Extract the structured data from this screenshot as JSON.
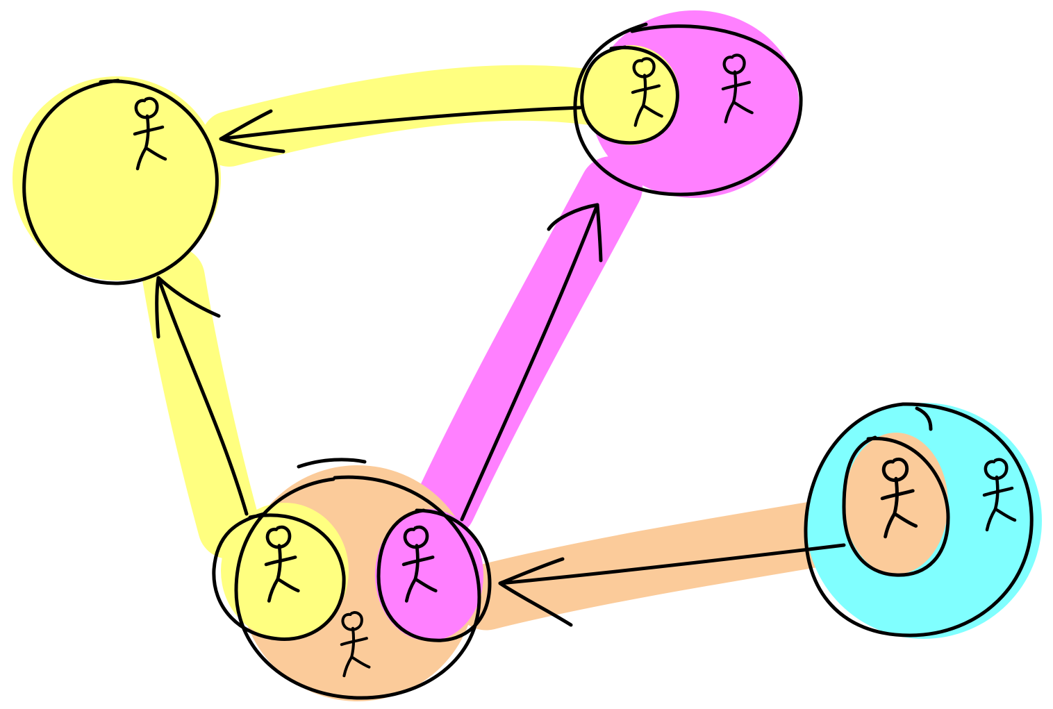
{
  "diagram": {
    "colors": {
      "yellow": "#FFFF80",
      "magenta": "#FF80FF",
      "orange": "#FBCB9A",
      "cyan": "#80FFFF",
      "ink": "#000000"
    },
    "nodes": [
      {
        "id": "yellow-group",
        "fill": "yellow",
        "members": 1
      },
      {
        "id": "magenta-group",
        "fill": "magenta",
        "members": 1,
        "nested": [
          "yellow"
        ]
      },
      {
        "id": "orange-group",
        "fill": "orange",
        "members": 1,
        "nested": [
          "yellow",
          "magenta"
        ]
      },
      {
        "id": "cyan-group",
        "fill": "cyan",
        "members": 1,
        "nested": [
          "orange"
        ]
      }
    ],
    "edges": [
      {
        "from": "magenta-group",
        "to": "yellow-group",
        "highlight": "yellow"
      },
      {
        "from": "orange-group",
        "to": "yellow-group",
        "highlight": "yellow"
      },
      {
        "from": "orange-group",
        "to": "magenta-group",
        "highlight": "magenta"
      },
      {
        "from": "cyan-group",
        "to": "orange-group",
        "highlight": "orange"
      }
    ],
    "icon": "stick-figure-icon"
  }
}
